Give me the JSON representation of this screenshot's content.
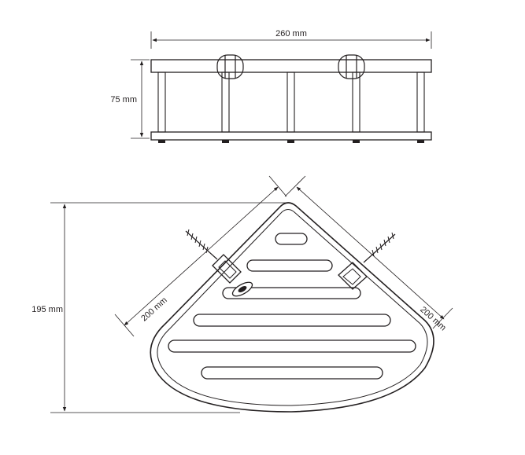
{
  "top_view": {
    "width_label": "260 mm",
    "height_label": "75 mm"
  },
  "plan_view": {
    "depth_label": "195 mm",
    "left_side_label": "200 mm",
    "right_side_label": "200 mm"
  },
  "colors": {
    "line": "#231f20",
    "background": "#ffffff"
  }
}
